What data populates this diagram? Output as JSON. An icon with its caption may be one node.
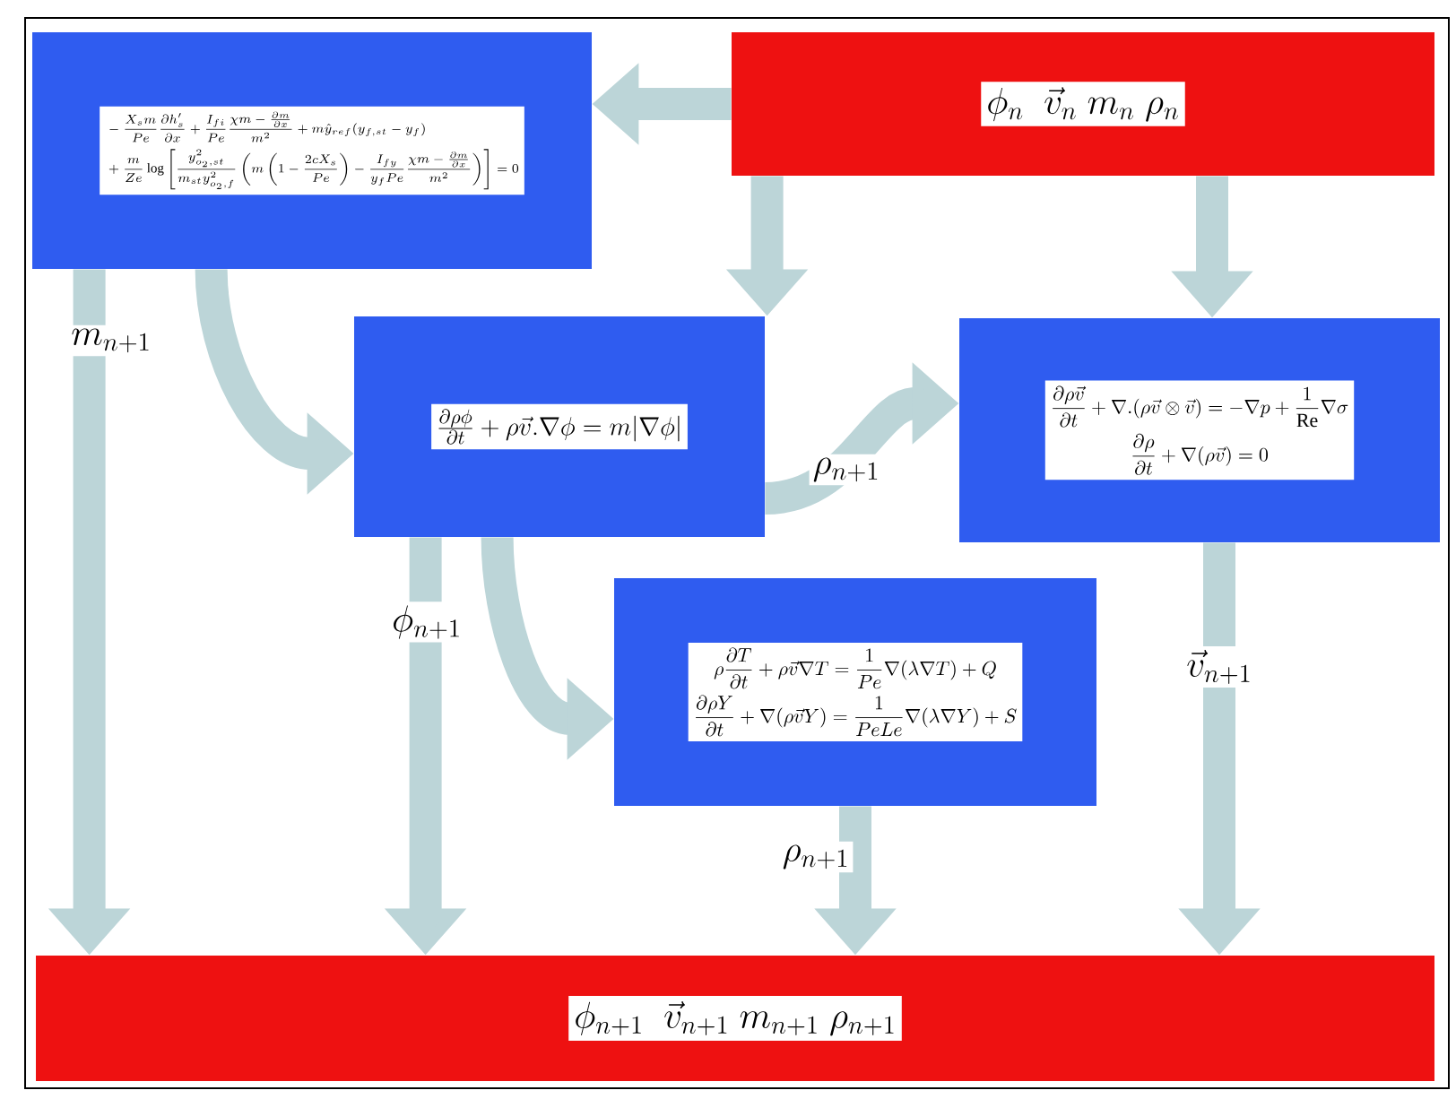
{
  "diagram": {
    "nodes": [
      {
        "text": [
          "\\phi_n\\ \\ \\vec{v}_n\\ m_n\\ \\rho_n"
        ]
      },
      {
        "text": [
          "\\begin{aligned}&-\\frac{X_s m}{Pe}\\frac{\\partial h'_s}{\\partial x}+\\frac{I_{fi}}{Pe}\\frac{\\chi m-\\frac{\\partial m}{\\partial x}}{m^2}+m\\hat{y}_{ref}(y_{f,st}-y_f)\\\\&+\\frac{m}{Ze}\\log\\left[\\frac{y^2_{o_2,st}}{m_{st}y^2_{o_2,f}}\\left(m\\left(1-\\frac{2cX_s}{Pe}\\right)-\\frac{I_{fy}}{y_f Pe}\\frac{\\chi m-\\frac{\\partial m}{\\partial x}}{m^2}\\right)\\right]=0\\end{aligned}"
        ]
      },
      {
        "text": [
          "\\frac{\\partial\\rho\\phi}{\\partial t}+\\rho\\vec{v}.\\nabla\\phi=m|\\nabla\\phi|"
        ]
      },
      {
        "text": [
          "\\begin{gathered}\\frac{\\partial\\rho\\vec{v}}{\\partial t}+\\nabla.(\\rho\\vec{v}\\otimes\\vec{v})=-\\nabla p+\\frac{1}{\\mathrm{Re}}\\nabla\\sigma\\\\\\frac{\\partial\\rho}{\\partial t}+\\nabla(\\rho\\vec{v})=0\\end{gathered}"
        ]
      },
      {
        "text": [
          "\\begin{gathered}\\rho\\frac{\\partial T}{\\partial t}+\\rho\\vec{v}\\nabla T=\\frac{1}{Pe}\\nabla(\\lambda\\nabla T)+Q\\\\\\frac{\\partial\\rho Y}{\\partial t}+\\nabla(\\rho\\vec{v}Y)=\\frac{1}{PeLe}\\nabla(\\lambda\\nabla Y)+S\\end{gathered}"
        ]
      },
      {
        "text": [
          "\\phi_{n+1}\\ \\ \\vec{v}_{n+1}\\ m_{n+1}\\ \\rho_{n+1}"
        ]
      }
    ],
    "edges": [
      {
        "from": 0,
        "to": 1,
        "arrow": "to"
      },
      {
        "from": 0,
        "to": 2,
        "arrow": "to"
      },
      {
        "from": 0,
        "to": 3,
        "arrow": "to"
      },
      {
        "from": 1,
        "to": 5,
        "arrow": "to",
        "label": "m_{n+1}"
      },
      {
        "from": 1,
        "to": 2,
        "arrow": "to"
      },
      {
        "from": 2,
        "to": 3,
        "arrow": "to",
        "label": "\\rho_{n+1}"
      },
      {
        "from": 2,
        "to": 5,
        "arrow": "to",
        "label": "\\phi_{n+1}"
      },
      {
        "from": 2,
        "to": 4,
        "arrow": "to"
      },
      {
        "from": 3,
        "to": 5,
        "arrow": "to",
        "label": "\\vec{v}_{n+1}"
      },
      {
        "from": 4,
        "to": 5,
        "arrow": "to",
        "label": "\\rho_{n+1}"
      }
    ]
  }
}
